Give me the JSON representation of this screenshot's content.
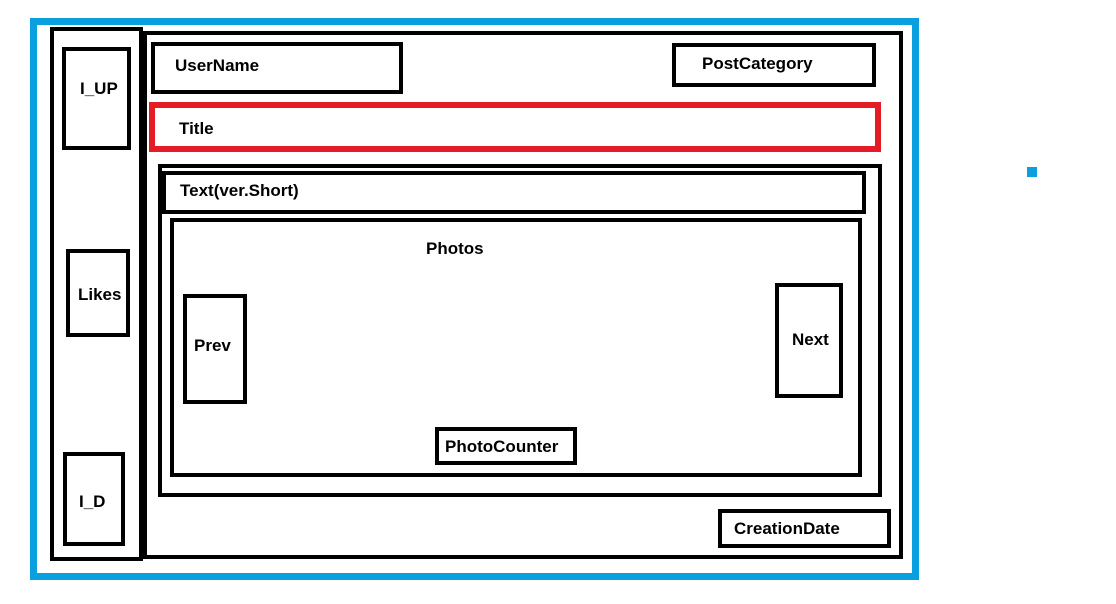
{
  "sidebar": {
    "up_label": "I_UP",
    "likes_label": "Likes",
    "down_label": "I_D"
  },
  "header": {
    "username_label": "UserName",
    "category_label": "PostCategory"
  },
  "title_label": "Title",
  "body": {
    "short_text_label": "Text(ver.Short)",
    "photos_label": "Photos",
    "prev_label": "Prev",
    "next_label": "Next",
    "counter_label": "PhotoCounter"
  },
  "footer": {
    "date_label": "CreationDate"
  },
  "colors": {
    "outer_frame": "#0aa0e0",
    "title_border": "#e31c25",
    "lines": "#000000"
  }
}
